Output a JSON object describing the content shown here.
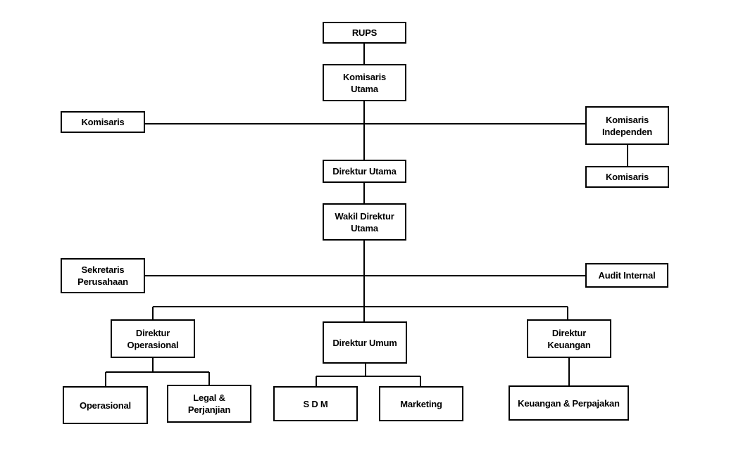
{
  "nodes": {
    "rups": "RUPS",
    "komisaris_utama": "Komisaris\nUtama",
    "komisaris_left": "Komisaris",
    "komisaris_independen": "Komisaris\nIndependen",
    "komisaris_right": "Komisaris",
    "direktur_utama": "Direktur Utama",
    "wakil_direktur_utama": "Wakil Direktur\nUtama",
    "sekretaris_perusahaan": "Sekretaris\nPerusahaan",
    "audit_internal": "Audit  Internal",
    "direktur_operasional": "Direktur\nOperasional",
    "direktur_umum": "Direktur Umum",
    "direktur_keuangan": "Direktur\nKeuangan",
    "operasional": "Operasional",
    "legal_perjanjian": "Legal &\nPerjanjian",
    "sdm": "S D M",
    "marketing": "Marketing",
    "keuangan_perpajakan": "Keuangan & Perpajakan"
  },
  "colors": {
    "line": "#000000",
    "box_border": "#000000",
    "box_fill": "#ffffff",
    "text": "#000000"
  }
}
